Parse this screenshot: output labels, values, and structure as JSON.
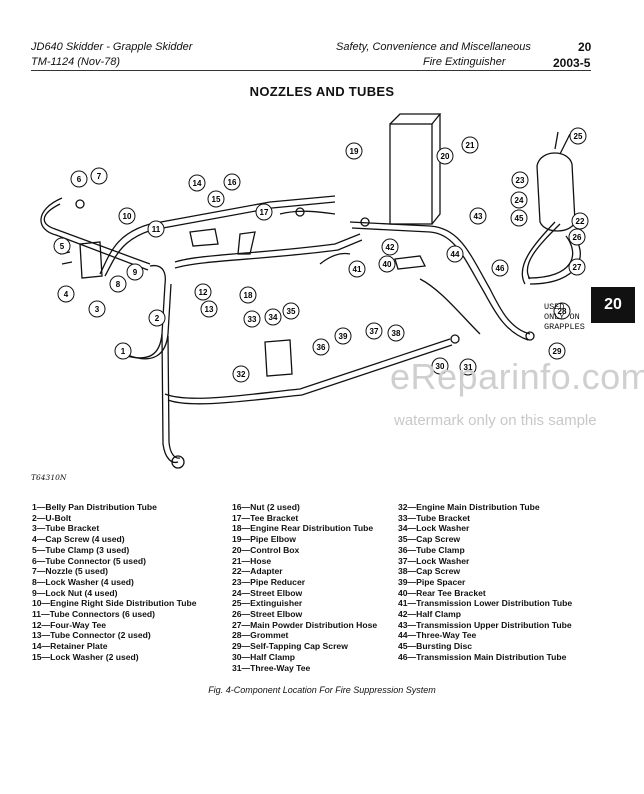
{
  "header": {
    "left_line1": "JD640 Skidder - Grapple Skidder",
    "left_line2": "TM-1124    (Nov-78)",
    "center_line1": "Safety, Convenience and Miscellaneous",
    "center_line2": "Fire Extinguisher",
    "page_number": "20",
    "page_sub": "2003-5"
  },
  "title": "NOZZLES AND TUBES",
  "section_tab": "20",
  "figure_id": "T64310N",
  "used_note": [
    "USED",
    "ONLY ON",
    "GRAPPLES"
  ],
  "watermark": {
    "main": "eReparinfo.com",
    "sub": "watermark only on this sample"
  },
  "callouts": [
    "1",
    "2",
    "3",
    "4",
    "5",
    "6",
    "7",
    "8",
    "9",
    "10",
    "11",
    "12",
    "13",
    "14",
    "15",
    "16",
    "17",
    "18",
    "19",
    "20",
    "21",
    "22",
    "23",
    "24",
    "25",
    "26",
    "27",
    "28",
    "29",
    "30",
    "31",
    "32",
    "33",
    "34",
    "35",
    "36",
    "37",
    "38",
    "39",
    "40",
    "41",
    "42",
    "43",
    "44",
    "45",
    "46"
  ],
  "parts": {
    "col1": [
      "1—Belly Pan Distribution Tube",
      "2—U-Bolt",
      "3—Tube Bracket",
      "4—Cap Screw (4 used)",
      "5—Tube Clamp (3 used)",
      "6—Tube Connector (5 used)",
      "7—Nozzle (5 used)",
      "8—Lock Washer (4 used)",
      "9—Lock Nut (4 used)",
      "10—Engine Right Side Distribution Tube",
      "11—Tube Connectors (6 used)",
      "12—Four-Way Tee",
      "13—Tube Connector (2 used)",
      "14—Retainer Plate",
      "15—Lock Washer (2 used)"
    ],
    "col2": [
      "16—Nut (2 used)",
      "17—Tee Bracket",
      "18—Engine Rear Distribution Tube",
      "19—Pipe Elbow",
      "20—Control Box",
      "21—Hose",
      "22—Adapter",
      "23—Pipe Reducer",
      "24—Street Elbow",
      "25—Extinguisher",
      "26—Street Elbow",
      "27—Main Powder Distribution Hose",
      "28—Grommet",
      "29—Self-Tapping Cap Screw",
      "30—Half Clamp",
      "31—Three-Way Tee"
    ],
    "col3": [
      "32—Engine Main Distribution Tube",
      "33—Tube Bracket",
      "34—Lock Washer",
      "35—Cap Screw",
      "36—Tube Clamp",
      "37—Lock Washer",
      "38—Cap Screw",
      "39—Pipe Spacer",
      "40—Rear Tee Bracket",
      "41—Transmission Lower Distribution Tube",
      "42—Half Clamp",
      "43—Transmission Upper Distribution Tube",
      "44—Three-Way Tee",
      "45—Bursting Disc",
      "46—Transmission Main Distribution Tube"
    ]
  },
  "caption": "Fig. 4-Component Location For Fire Suppression System"
}
